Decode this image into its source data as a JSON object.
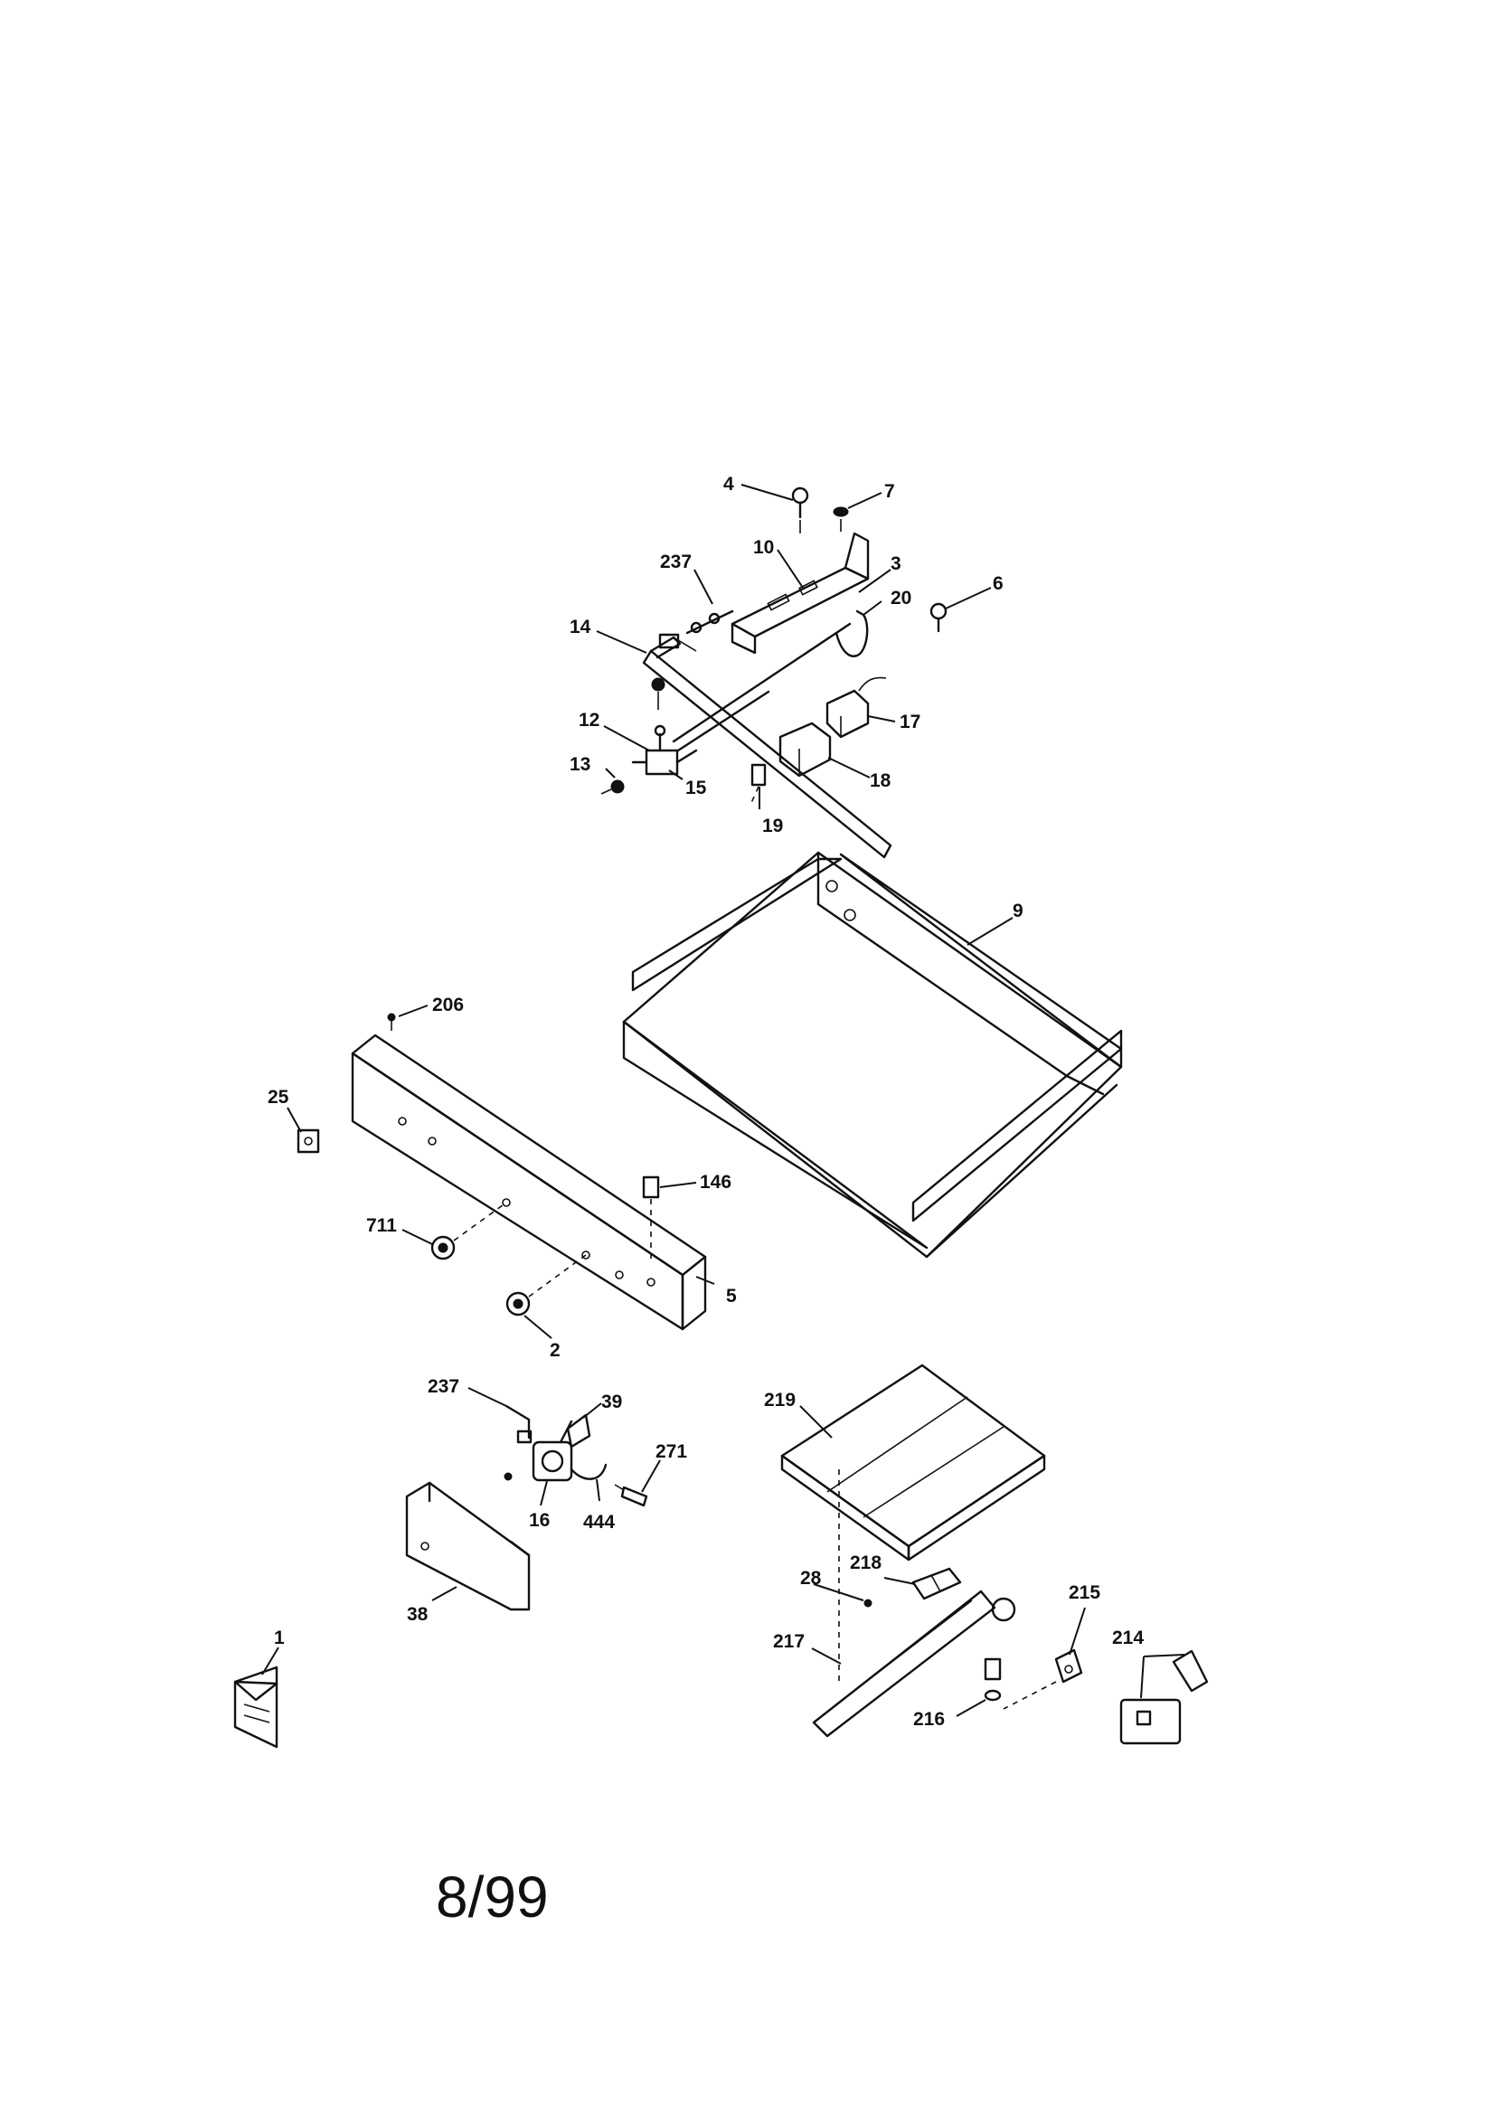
{
  "callouts": {
    "c4": "4",
    "c7": "7",
    "c237a": "237",
    "c10": "10",
    "c3": "3",
    "c20": "20",
    "c6": "6",
    "c14": "14",
    "c17": "17",
    "c12": "12",
    "c13": "13",
    "c15": "15",
    "c18": "18",
    "c19": "19",
    "c9": "9",
    "c206": "206",
    "c25": "25",
    "c146": "146",
    "c711": "711",
    "c5": "5",
    "c2": "2",
    "c237b": "237",
    "c39": "39",
    "c271": "271",
    "c16": "16",
    "c444": "444",
    "c38": "38",
    "c219": "219",
    "c28": "28",
    "c218": "218",
    "c215": "215",
    "c214": "214",
    "c217": "217",
    "c216": "216",
    "c1": "1"
  },
  "footer": {
    "date": "8/99"
  }
}
